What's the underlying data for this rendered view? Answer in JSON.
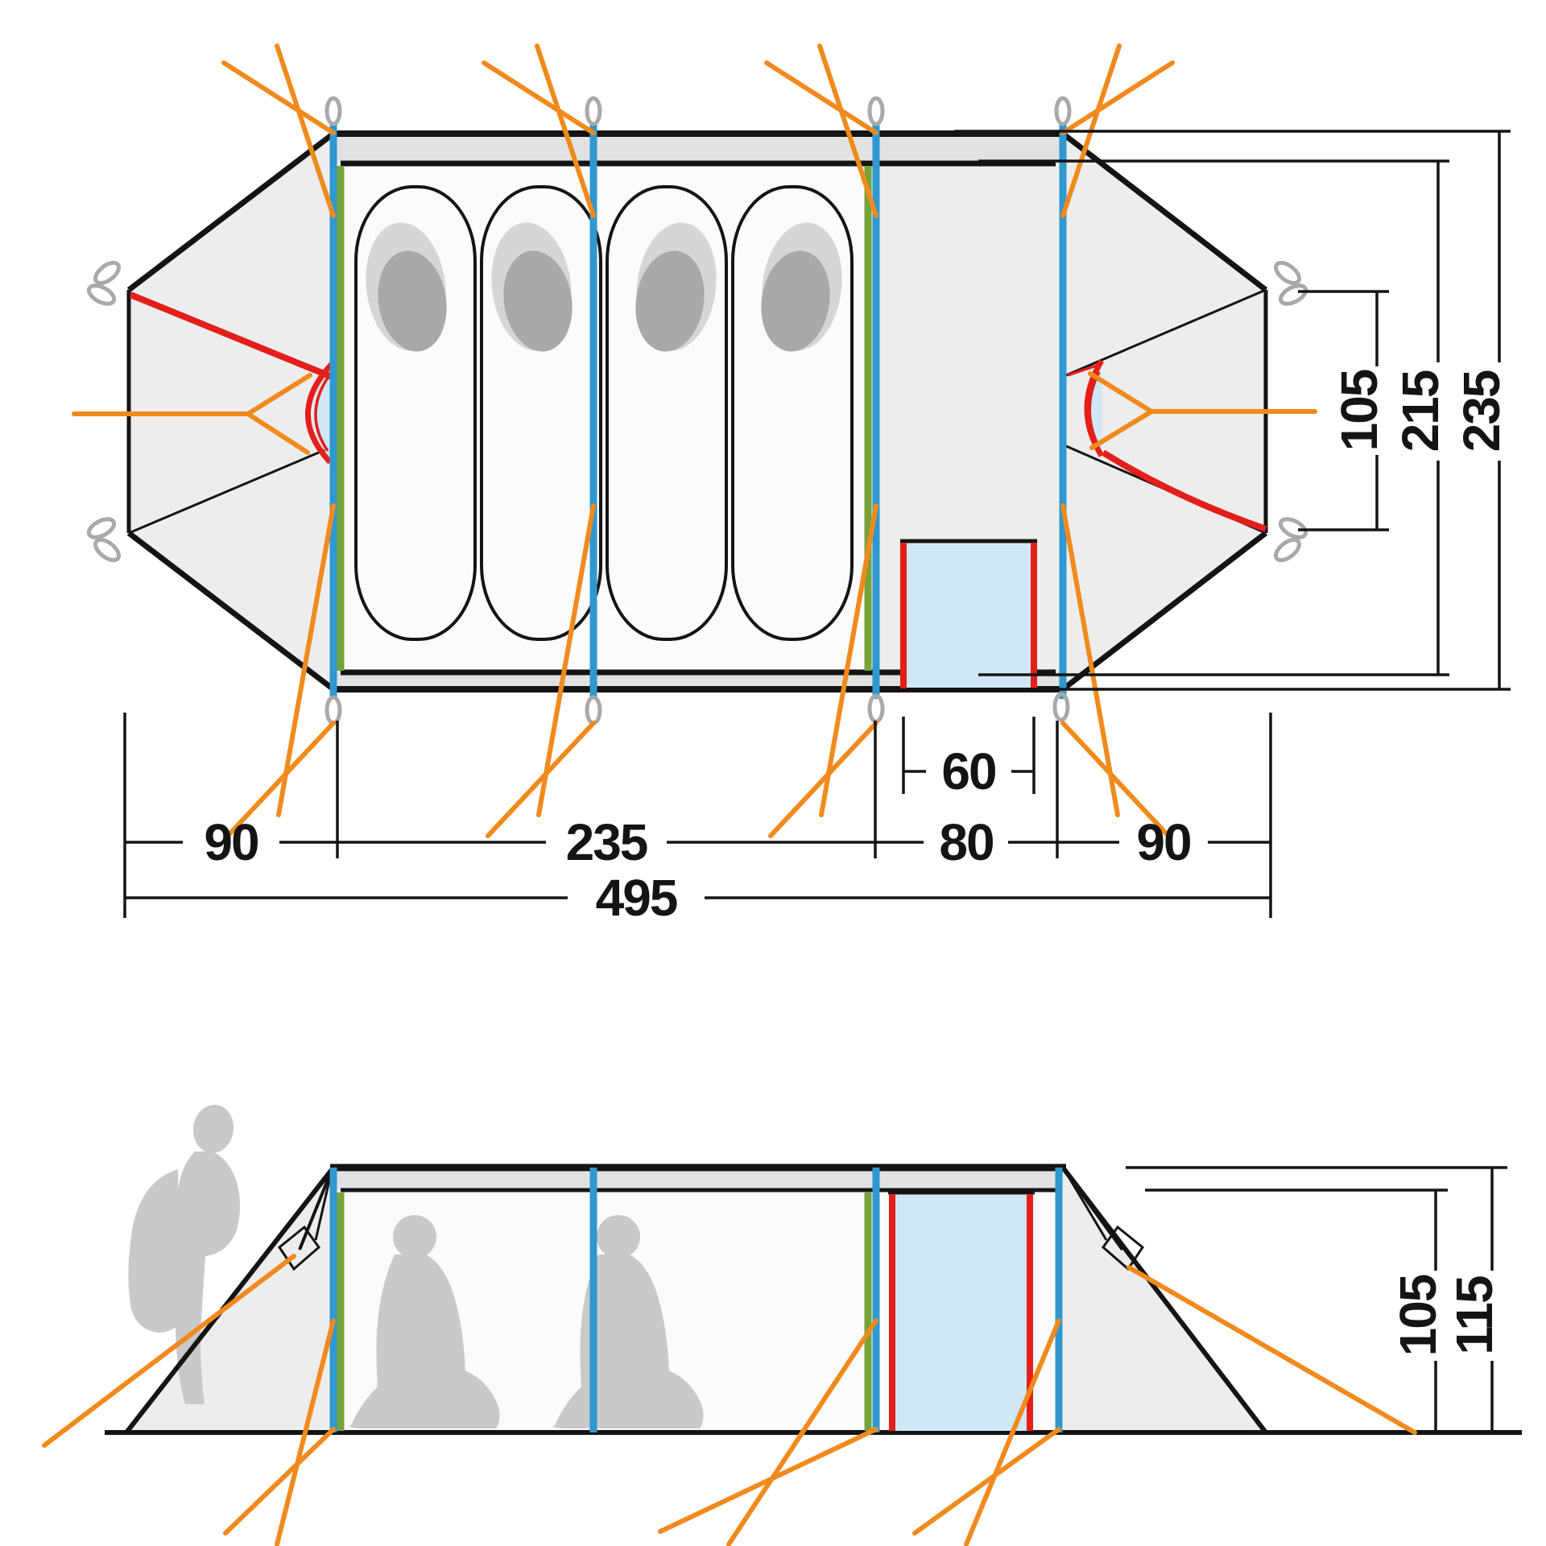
{
  "diagram": {
    "kind": "tent-dimension-diagram",
    "views": {
      "top": "top view (floor plan)",
      "side": "side elevation"
    }
  },
  "dimensions": {
    "top": {
      "left_porch": "90",
      "sleeping_cabin": "235",
      "door_width": "60",
      "living_area": "80",
      "right_porch": "90",
      "total_length": "495",
      "end_width": "105",
      "inner_width": "215",
      "outer_width": "235"
    },
    "side": {
      "inner_height": "105",
      "outer_height": "115"
    }
  },
  "colors": {
    "outline_black": "#141414",
    "pole_blue": "#2f98d0",
    "frame_green": "#76a33c",
    "door_red": "#e41f1b",
    "guyline_orange": "#f18a1d",
    "door_glass_blue": "#cfe7f6",
    "fabric_gray": "#ededed",
    "fly_band_gray": "#e2e2e2",
    "inner_white": "#fbfbfb",
    "bag_fill": "#f3f3f3",
    "bag_oval_gray": "#d6d6d6",
    "bag_oval_dark": "#a9a9a9",
    "silhouette_gray": "#c9c9c9",
    "loop_gray": "#a9a9a9"
  }
}
